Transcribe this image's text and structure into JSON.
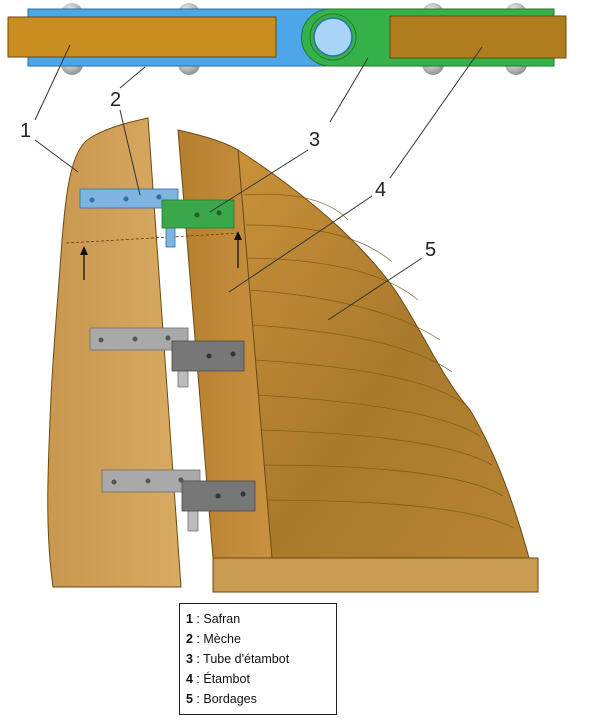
{
  "callouts": [
    "1",
    "2",
    "3",
    "4",
    "5"
  ],
  "legend": [
    {
      "num": "1",
      "label": "Safran"
    },
    {
      "num": "2",
      "label": "Mèche"
    },
    {
      "num": "3",
      "label": "Tube d'étambot"
    },
    {
      "num": "4",
      "label": "Étambot"
    },
    {
      "num": "5",
      "label": "Bordages"
    }
  ],
  "colors": {
    "wood": "#c8922e",
    "wood_light": "#d4a45a",
    "meche": "#7fb3e0",
    "tube": "#3aa84a",
    "hinge": "#9a9a9a",
    "hinge_dark": "#6e6e6e"
  }
}
